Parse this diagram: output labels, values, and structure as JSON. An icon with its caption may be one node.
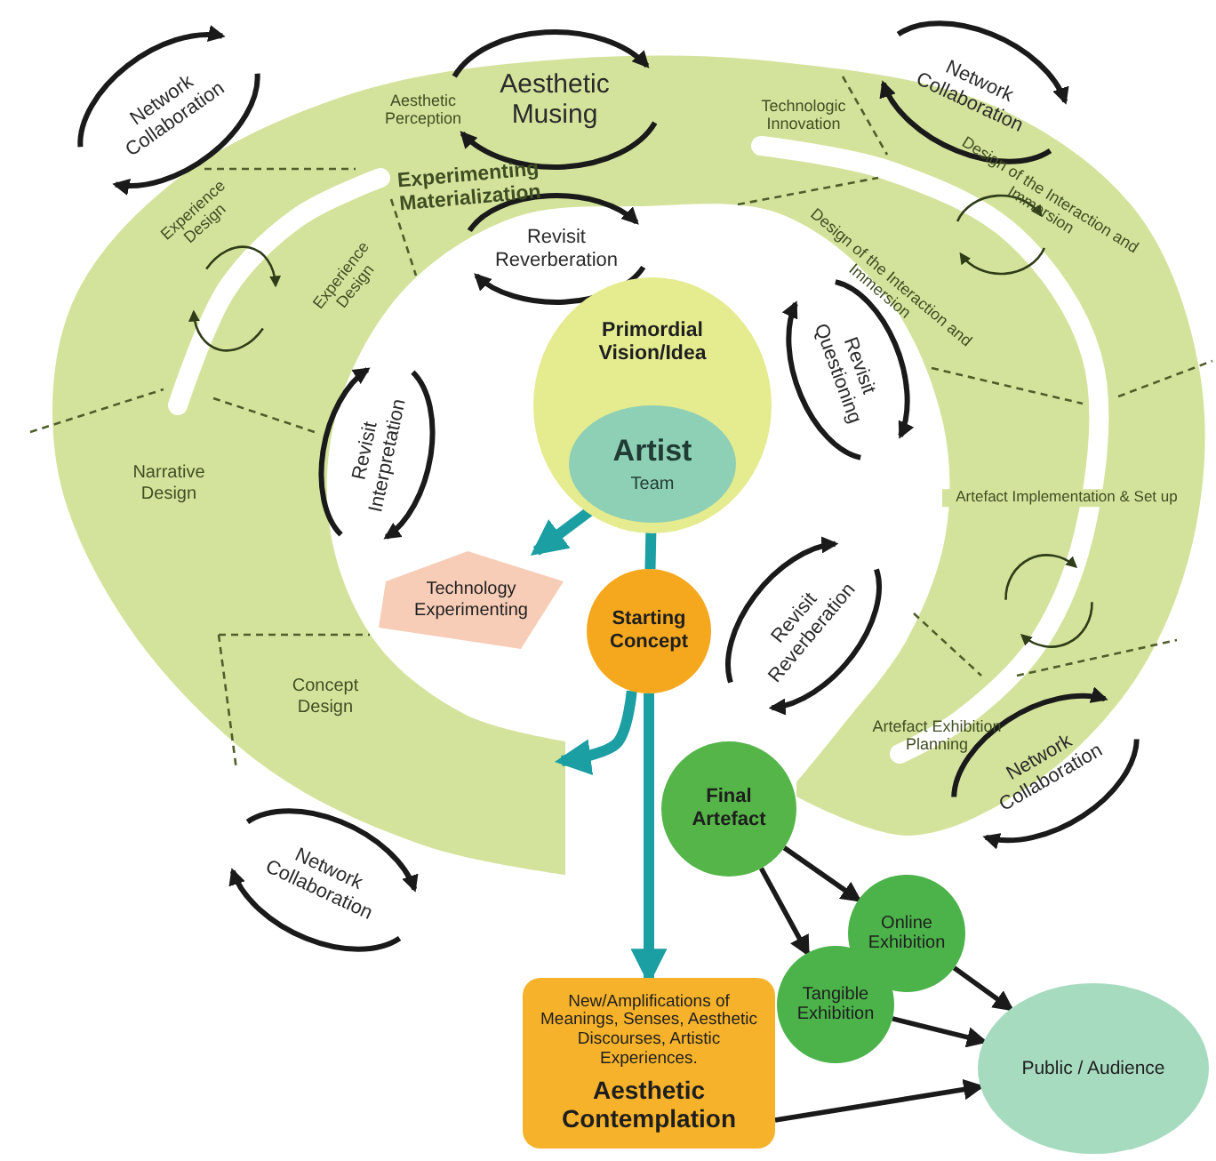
{
  "diagram": {
    "nodes": [
      {
        "text": [
          "Primordial Vision/Idea"
        ]
      },
      {
        "text": [
          "Artist",
          "Team"
        ],
        "in": 0
      },
      {
        "text": [
          "Technology Experimenting"
        ]
      },
      {
        "text": [
          "Starting Concept"
        ]
      },
      {
        "text": [
          "Final Artefact"
        ]
      },
      {
        "text": [
          "Online Exhibition"
        ]
      },
      {
        "text": [
          "Tangible Exhibition"
        ]
      },
      {
        "text": [
          "Public / Audience"
        ]
      },
      {
        "text": [
          "New/Amplifications of Meanings, Senses, Aesthetic Discourses, Artistic Experiences.",
          "Aesthetic Contemplation"
        ]
      }
    ],
    "edges": [
      {
        "from": 1,
        "to": 2,
        "arrow": "to",
        "style": "thick",
        "color": "#1b9fa3"
      },
      {
        "from": 1,
        "to": 3,
        "arrow": "none",
        "style": "thick",
        "color": "#1b9fa3"
      },
      {
        "from": 3,
        "to": null,
        "arrow": "to",
        "style": "thick",
        "color": "#1b9fa3"
      },
      {
        "from": 3,
        "to": 8,
        "arrow": "to",
        "style": "thick",
        "color": "#1b9fa3"
      },
      {
        "from": 4,
        "to": 5,
        "arrow": "to"
      },
      {
        "from": 4,
        "to": 6,
        "arrow": "to"
      },
      {
        "from": 5,
        "to": 7,
        "arrow": "to"
      },
      {
        "from": 6,
        "to": 7,
        "arrow": "to"
      },
      {
        "from": 8,
        "to": 7,
        "arrow": "to"
      }
    ],
    "labels": [
      "Network Collaboration",
      "Aesthetic Perception",
      "Aesthetic Musing",
      "Technologic Innovation",
      "Network Collaboration",
      "Experience Design",
      "Experimenting Materialization",
      "Revisit Reverberation",
      "Design of the Interaction and Immersion",
      "Experience Design",
      "Design of the Interaction and Immersion",
      "Revisit Interpretation",
      "Revisit Questioning",
      "Narrative Design",
      "Artefact Implementation & Set up",
      "Revisit Reverberation",
      "Concept Design",
      "Artefact Exhibition Planning",
      "Network Collaboration",
      "Network Collaboration"
    ]
  }
}
